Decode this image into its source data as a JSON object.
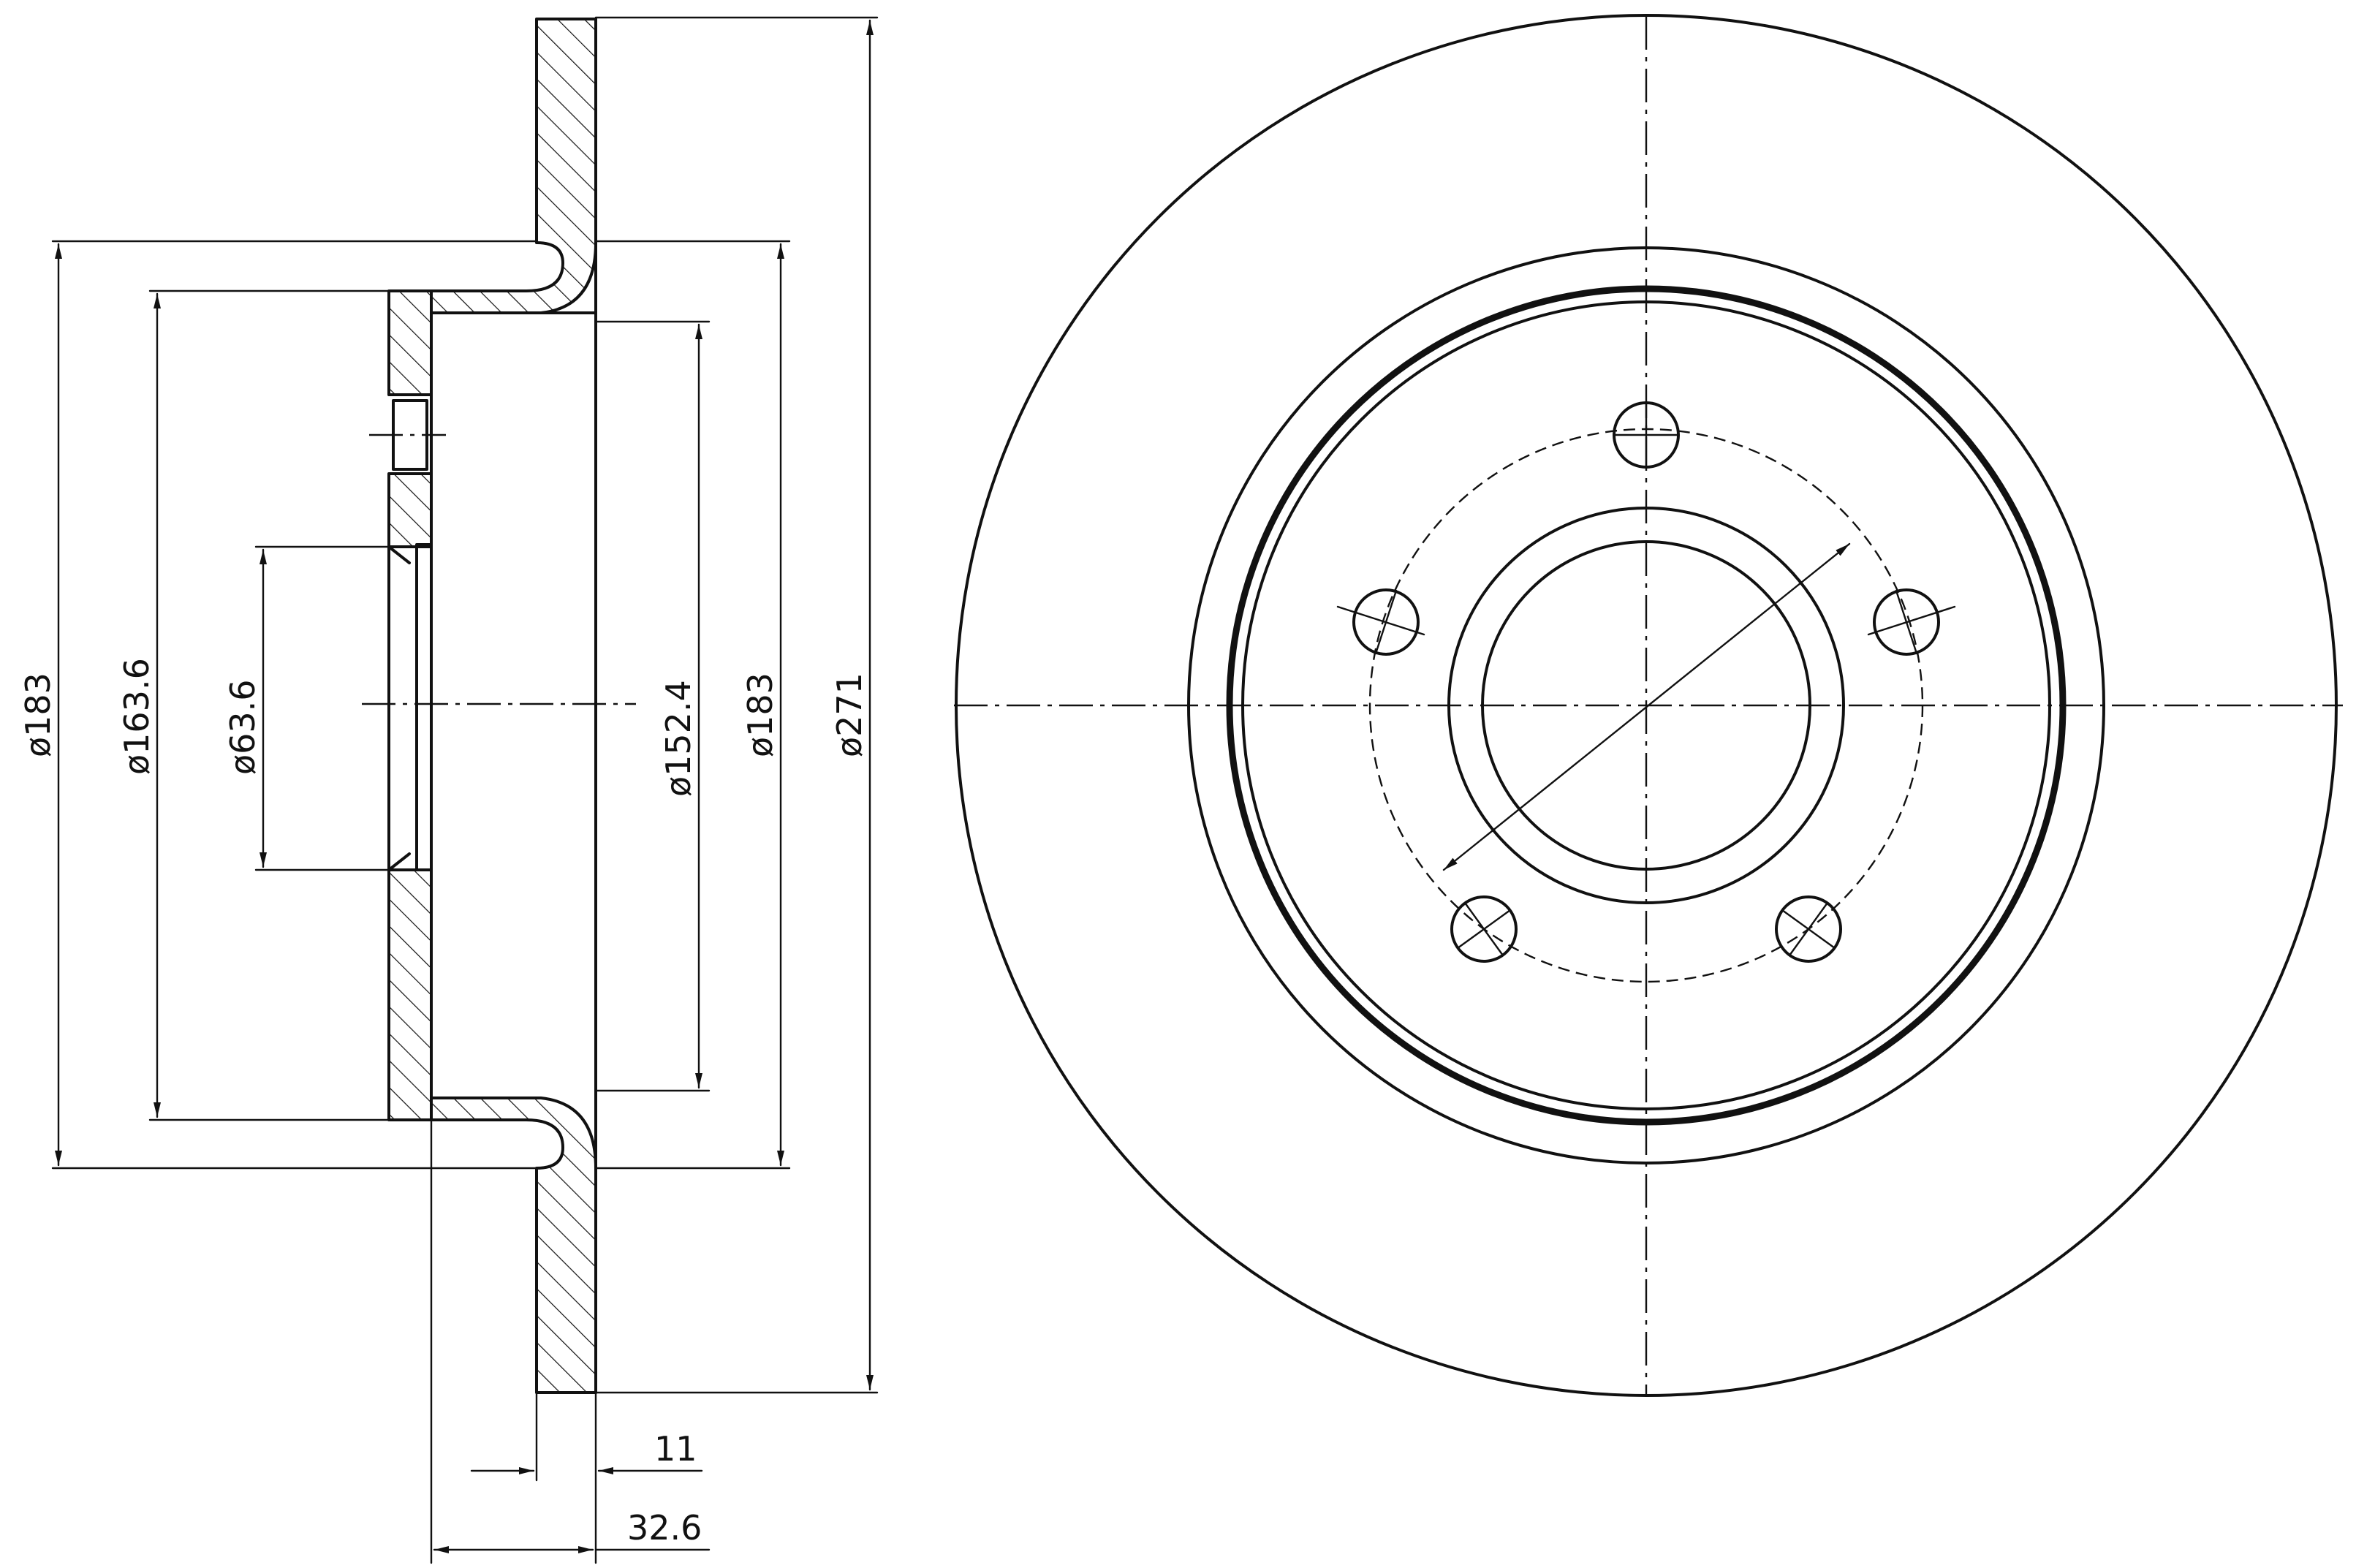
{
  "drawing": {
    "dimensions": {
      "hub_outer_left": "ø183",
      "hat_outer": "ø163.6",
      "center_bore": "ø63.6",
      "hat_inner": "ø152.4",
      "hub_outer_right": "ø183",
      "disc_outer": "ø271",
      "disc_thickness": "11",
      "total_height": "32.6"
    }
  }
}
